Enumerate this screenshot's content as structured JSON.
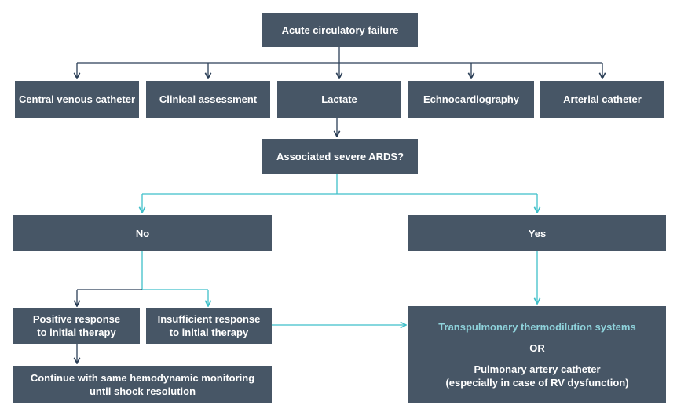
{
  "colors": {
    "box": "#475666",
    "dark_line": "#2b3f57",
    "teal_line": "#3fbfc9",
    "accent_text": "#8fd3dc"
  },
  "top": {
    "label": "Acute circulatory failure"
  },
  "row1": {
    "cvc": "Central venous catheter",
    "clinical": "Clinical assessment",
    "lactate": "Lactate",
    "echo": "Echnocardiography",
    "arterial": "Arterial catheter"
  },
  "question": {
    "label": "Associated severe ARDS?"
  },
  "no": {
    "label": "No"
  },
  "yes": {
    "label": "Yes"
  },
  "positive": {
    "line1": "Positive response",
    "line2": "to initial therapy"
  },
  "insufficient": {
    "line1": "Insufficient response",
    "line2": "to initial therapy"
  },
  "continue": {
    "line1": "Continue with same hemodynamic monitoring",
    "line2": "until shock resolution"
  },
  "final": {
    "transpulmonary": "Transpulmonary thermodilution systems",
    "or": "OR",
    "pac_line1": "Pulmonary artery catheter",
    "pac_line2": "(especially in case of RV dysfunction)"
  }
}
